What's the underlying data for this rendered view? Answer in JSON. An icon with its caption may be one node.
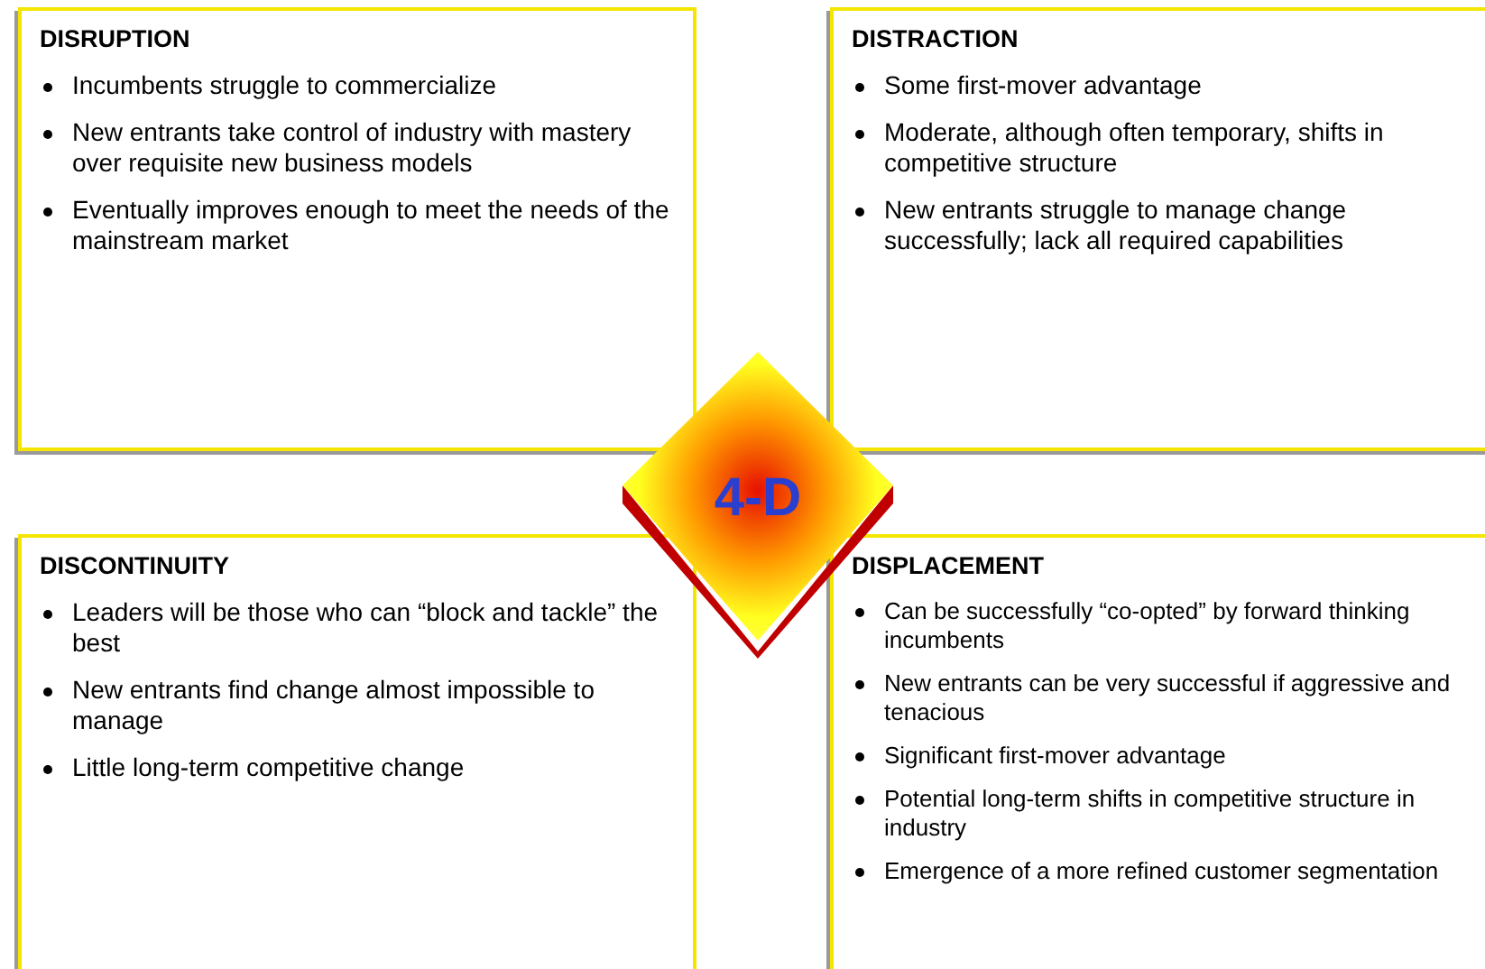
{
  "diagram": {
    "nodes": [
      {
        "text": [
          "DISRUPTION",
          "Incumbents struggle to commercialize",
          "New entrants take control of industry with mastery over requisite new business models",
          "Eventually improves enough to meet the needs of the mainstream market"
        ]
      },
      {
        "text": [
          "DISTRACTION",
          "Some first-mover advantage",
          "Moderate, although often temporary, shifts in competitive structure",
          "New entrants struggle to manage change successfully; lack all required capabilities"
        ]
      },
      {
        "text": [
          "DISCONTINUITY",
          "Leaders will be those who can “block and tackle” the best",
          "New entrants find change almost impossible to manage",
          "Little long-term competitive change"
        ]
      },
      {
        "text": [
          "DISPLACEMENT",
          "Can be successfully “co-opted” by forward thinking incumbents",
          "New entrants can be very successful if aggressive and tenacious",
          "Significant first-mover advantage",
          "Potential long-term shifts in competitive structure in industry",
          "Emergence of a more refined customer segmentation"
        ]
      },
      {
        "text": [
          "4-D"
        ]
      }
    ]
  }
}
